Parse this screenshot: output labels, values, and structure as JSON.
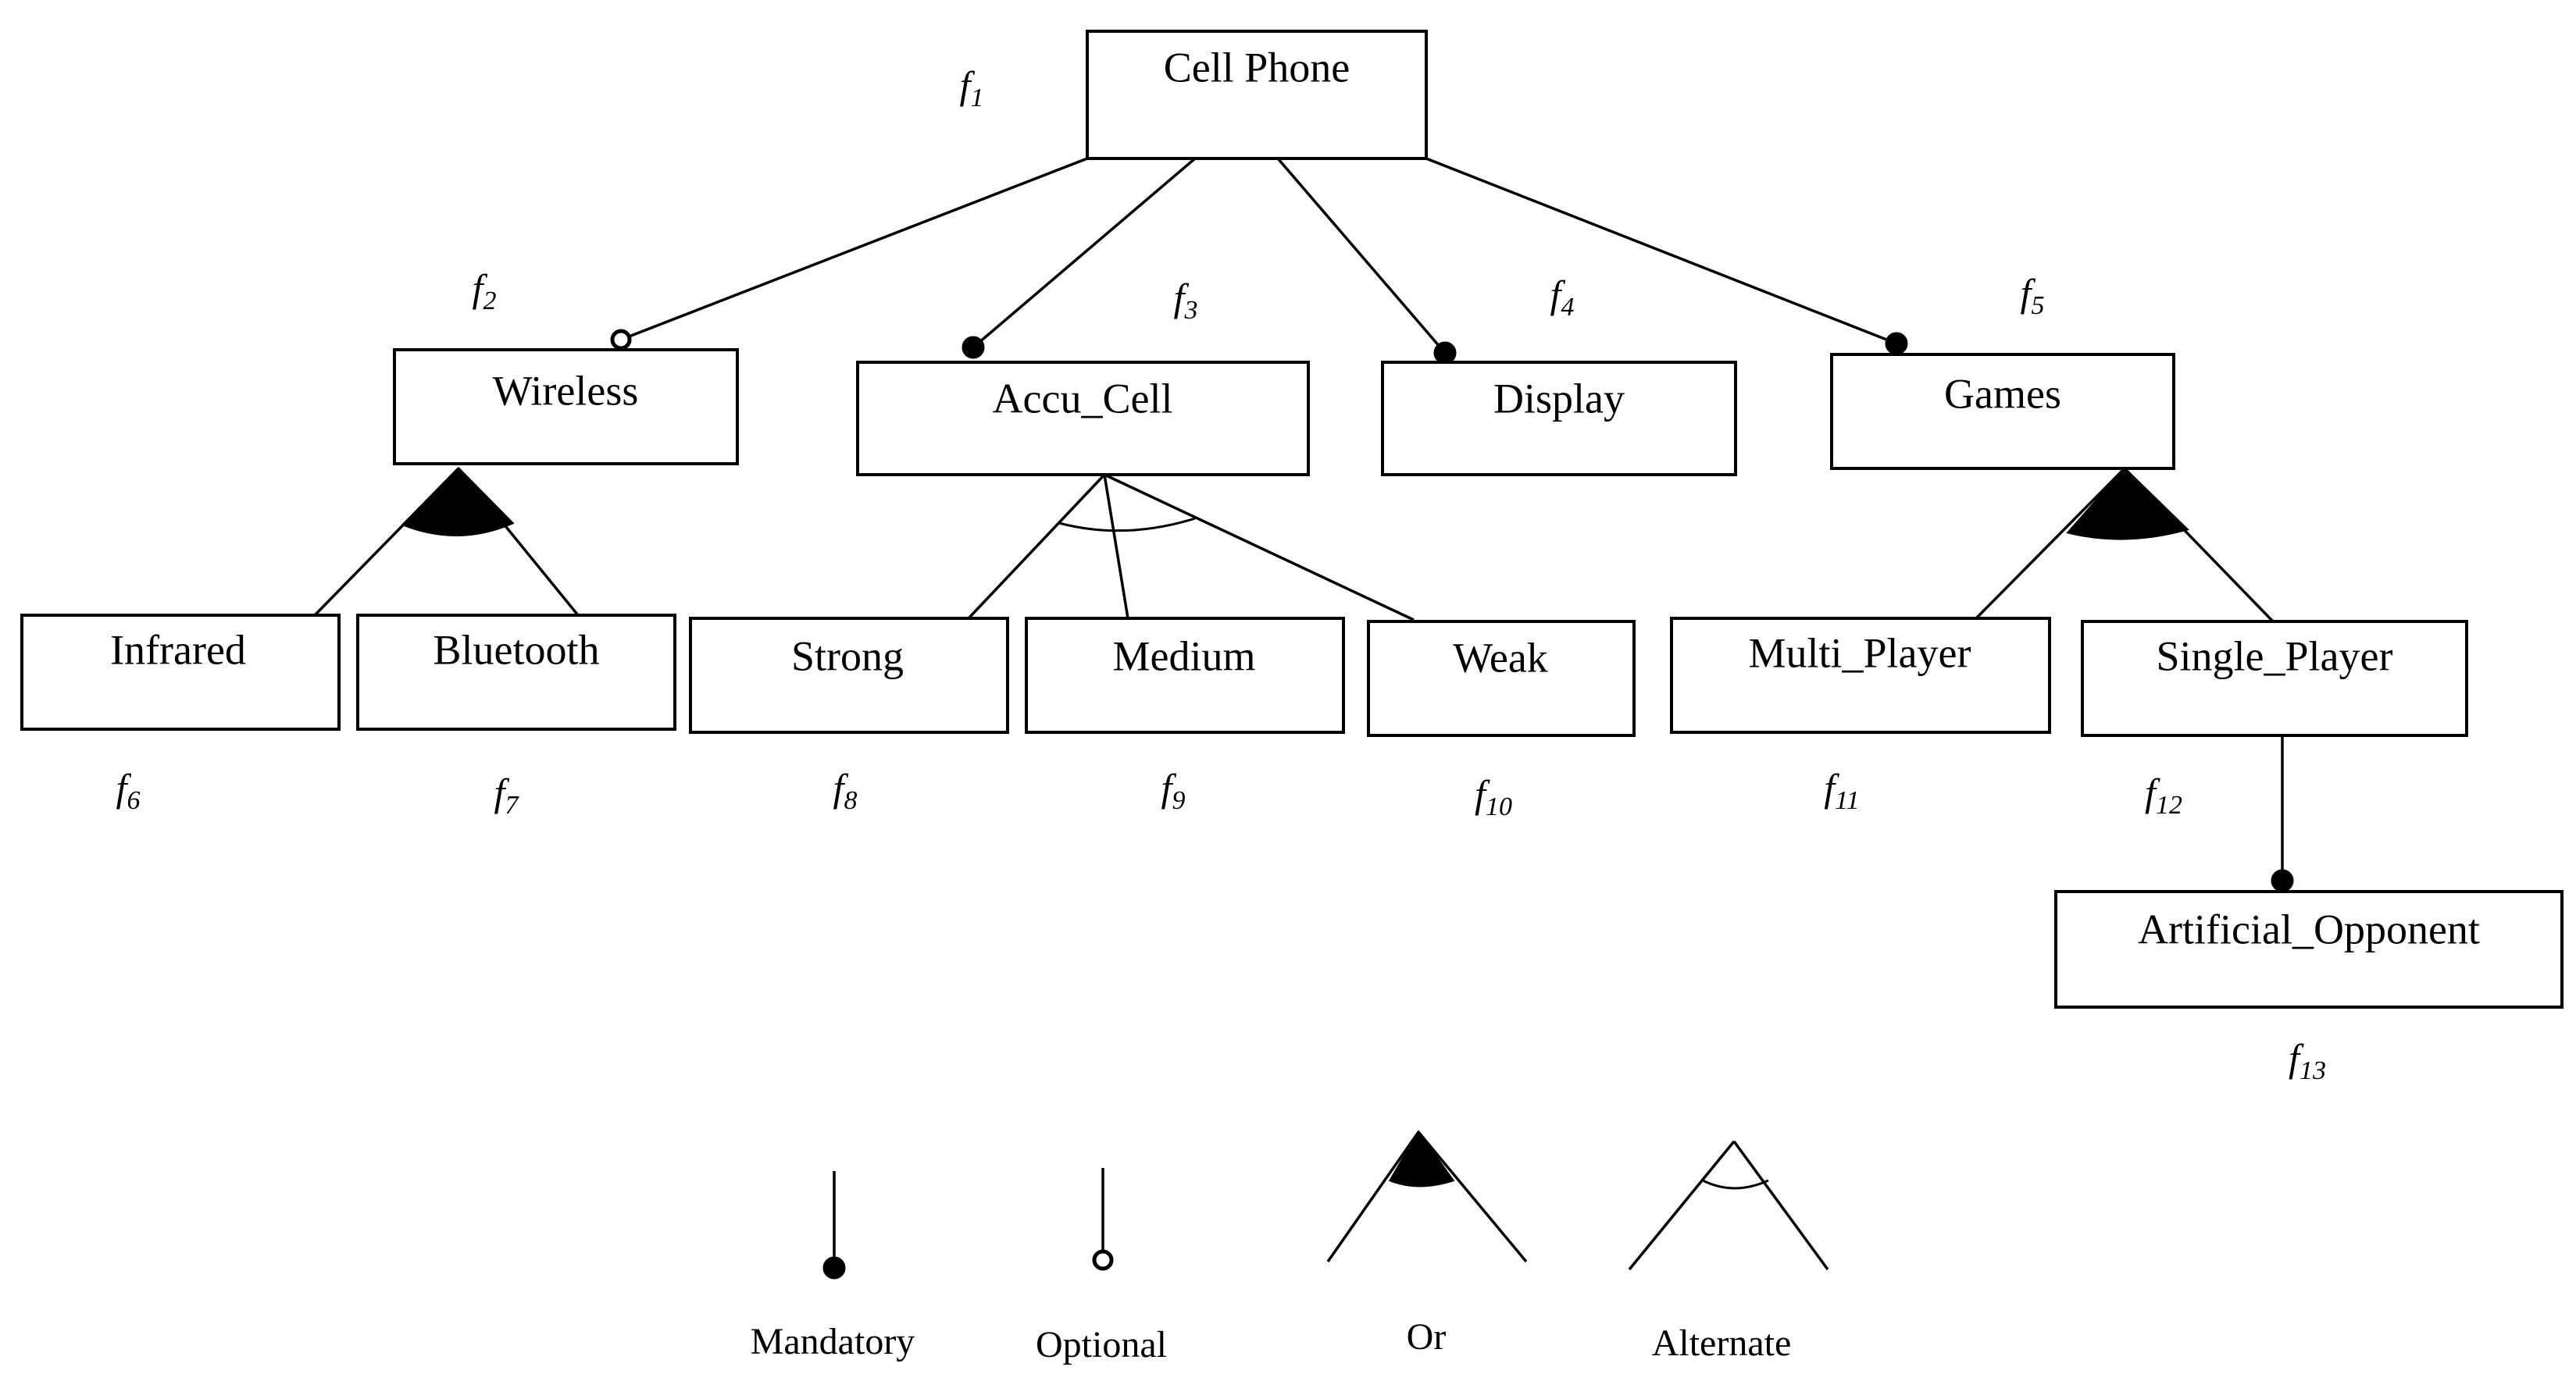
{
  "features": {
    "cell_phone": {
      "name": "Cell Phone",
      "id_base": "f",
      "id_sub": "1"
    },
    "wireless": {
      "name": "Wireless",
      "id_base": "f",
      "id_sub": "2"
    },
    "accu_cell": {
      "name": "Accu_Cell",
      "id_base": "f",
      "id_sub": "3"
    },
    "display": {
      "name": "Display",
      "id_base": "f",
      "id_sub": "4"
    },
    "games": {
      "name": "Games",
      "id_base": "f",
      "id_sub": "5"
    },
    "infrared": {
      "name": "Infrared",
      "id_base": "f",
      "id_sub": "6"
    },
    "bluetooth": {
      "name": "Bluetooth",
      "id_base": "f",
      "id_sub": "7"
    },
    "strong": {
      "name": "Strong",
      "id_base": "f",
      "id_sub": "8"
    },
    "medium": {
      "name": "Medium",
      "id_base": "f",
      "id_sub": "9"
    },
    "weak": {
      "name": "Weak",
      "id_base": "f",
      "id_sub": "10"
    },
    "multi_player": {
      "name": "Multi_Player",
      "id_base": "f",
      "id_sub": "11"
    },
    "single_player": {
      "name": "Single_Player",
      "id_base": "f",
      "id_sub": "12"
    },
    "artificial_opponent": {
      "name": "Artificial_Opponent",
      "id_base": "f",
      "id_sub": "13"
    }
  },
  "relations": [
    {
      "parent": "Cell Phone",
      "child": "Wireless",
      "type": "Optional"
    },
    {
      "parent": "Cell Phone",
      "child": "Accu_Cell",
      "type": "Mandatory"
    },
    {
      "parent": "Cell Phone",
      "child": "Display",
      "type": "Mandatory"
    },
    {
      "parent": "Cell Phone",
      "child": "Games",
      "type": "Mandatory"
    },
    {
      "parent": "Wireless",
      "children": [
        "Infrared",
        "Bluetooth"
      ],
      "type": "Or"
    },
    {
      "parent": "Accu_Cell",
      "children": [
        "Strong",
        "Medium",
        "Weak"
      ],
      "type": "Alternate"
    },
    {
      "parent": "Games",
      "children": [
        "Multi_Player",
        "Single_Player"
      ],
      "type": "Or"
    },
    {
      "parent": "Single_Player",
      "child": "Artificial_Opponent",
      "type": "Mandatory"
    }
  ],
  "legend": {
    "mandatory": "Mandatory",
    "optional": "Optional",
    "or": "Or",
    "alternate": "Alternate"
  }
}
